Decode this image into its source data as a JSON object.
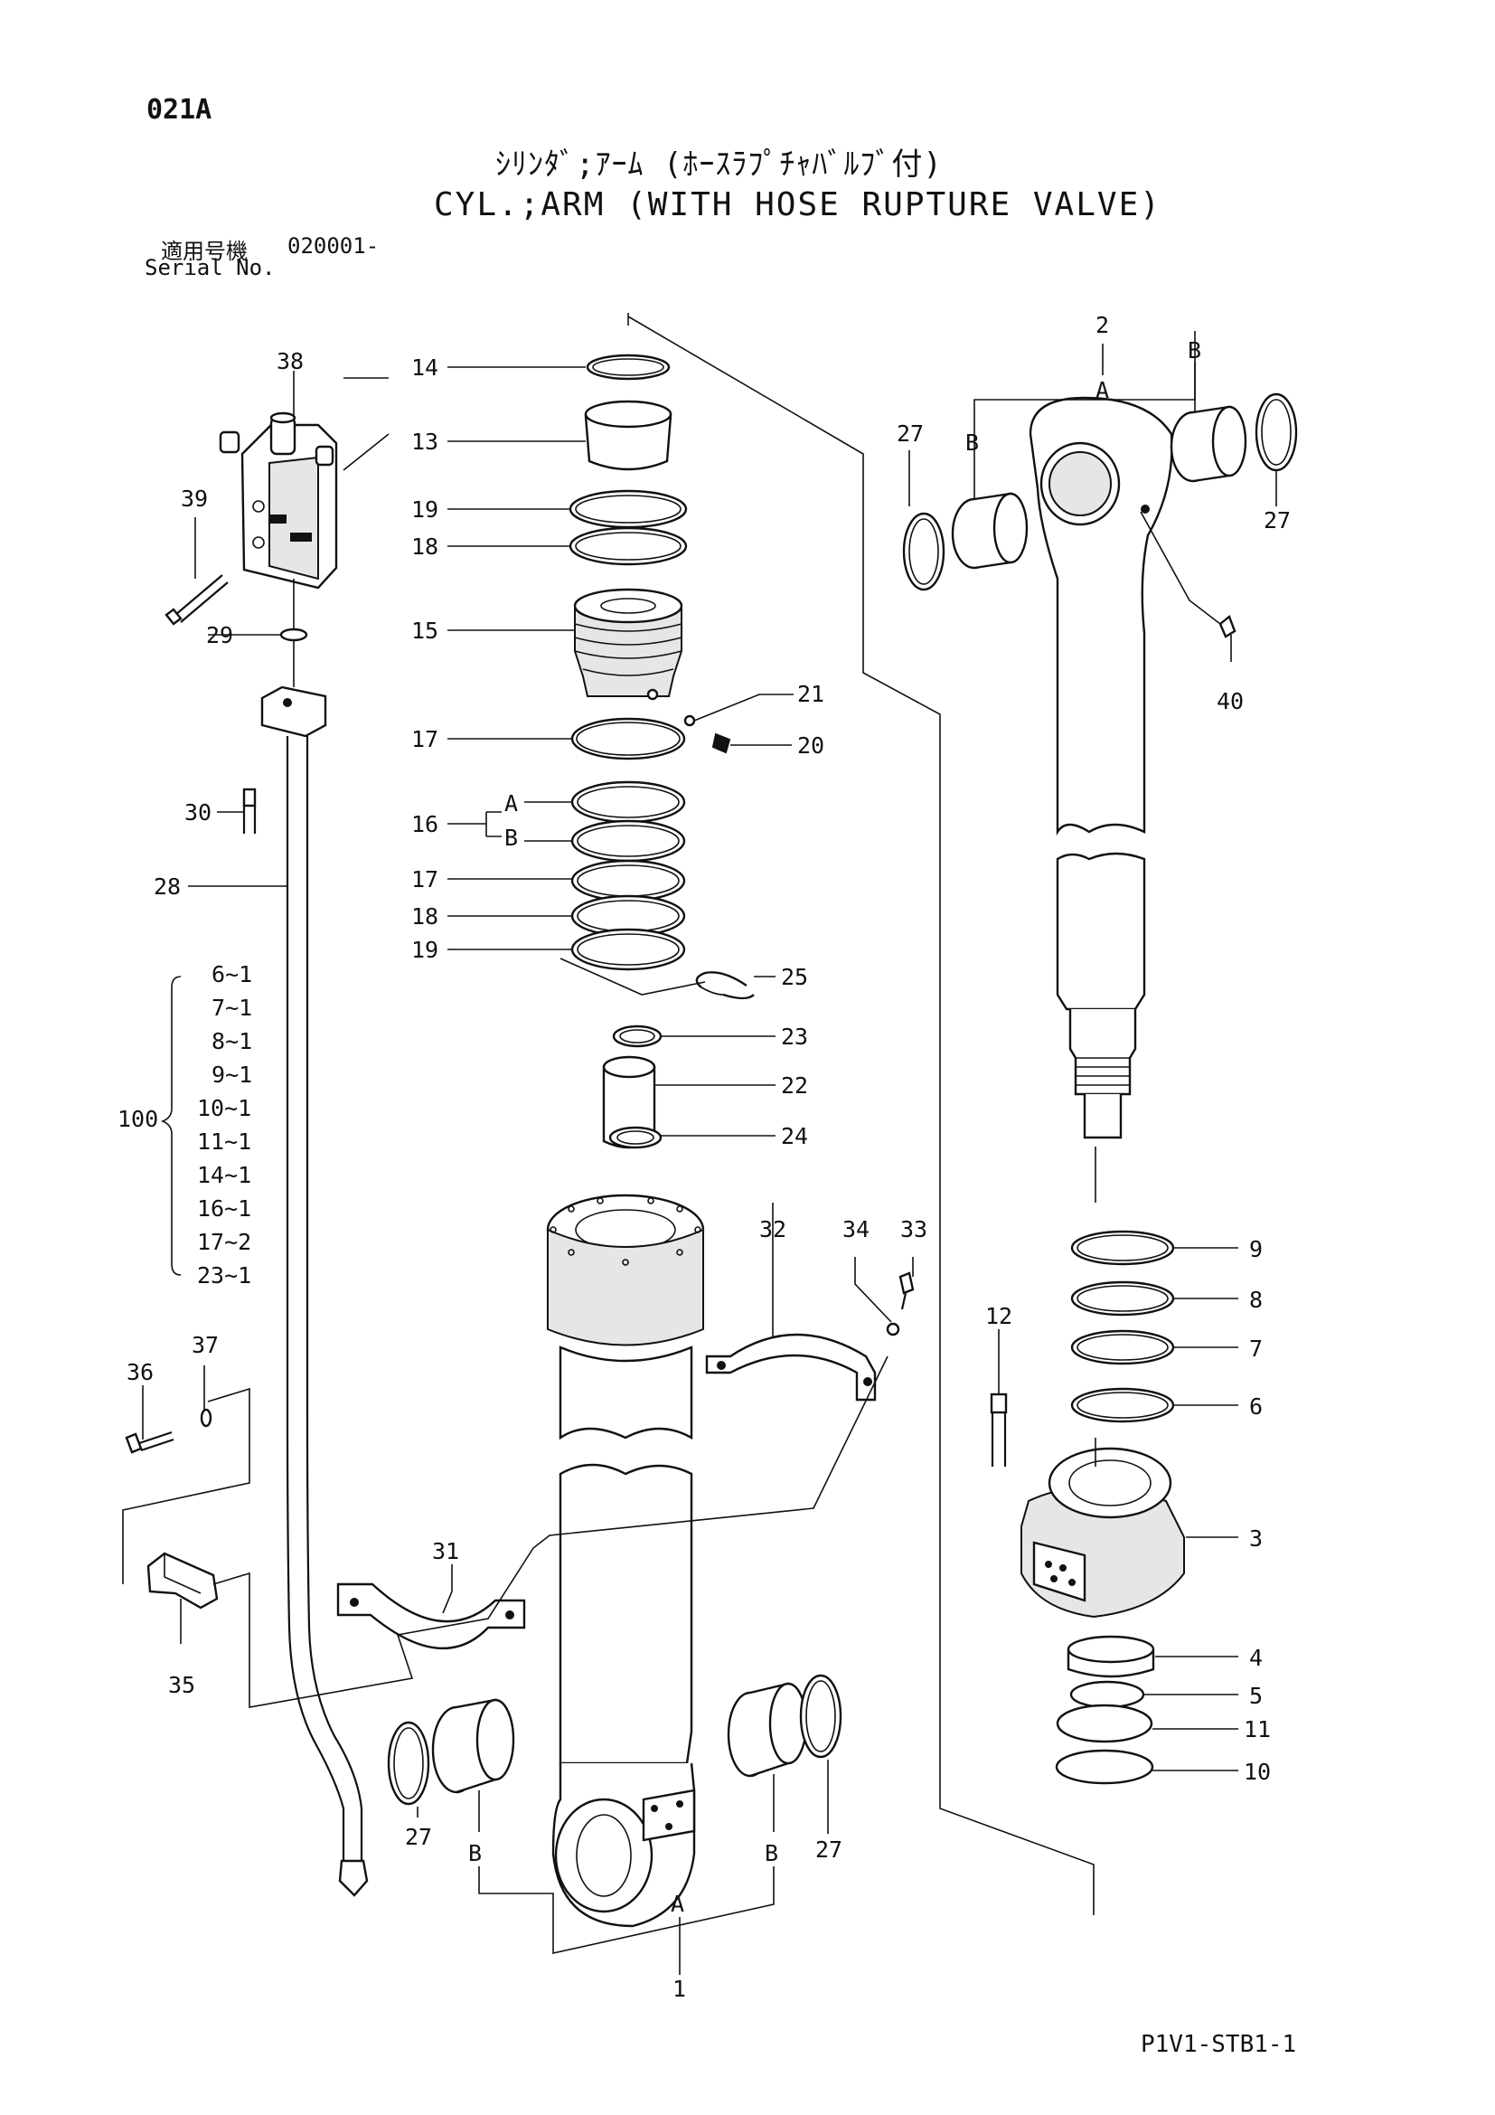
{
  "header": {
    "page_code": "021A",
    "title_jp": "ｼﾘﾝﾀﾞ;ｱｰﾑ (ﾎｰｽﾗﾌﾟﾁｬﾊﾞﾙﾌﾞ付)",
    "title_en": "CYL.;ARM (WITH HOSE RUPTURE VALVE)",
    "serial_label_jp": "適用号機",
    "serial_value": "020001-",
    "serial_label_en": "Serial No."
  },
  "footer": {
    "code": "P1V1-STB1-1"
  },
  "callouts": {
    "c1": "1",
    "c2": "2",
    "c3": "3",
    "c4": "4",
    "c5": "5",
    "c6": "6",
    "c7": "7",
    "c8": "8",
    "c9": "9",
    "c10": "10",
    "c11": "11",
    "c12": "12",
    "c13": "13",
    "c14": "14",
    "c15": "15",
    "c16": "16",
    "c17": "17",
    "c18": "18",
    "c19": "19",
    "c20": "20",
    "c21": "21",
    "c22": "22",
    "c23": "23",
    "c24": "24",
    "c25": "25",
    "c27": "27",
    "c28": "28",
    "c29": "29",
    "c30": "30",
    "c31": "31",
    "c32": "32",
    "c33": "33",
    "c34": "34",
    "c35": "35",
    "c36": "36",
    "c37": "37",
    "c38": "38",
    "c39": "39",
    "c40": "40",
    "c100": "100",
    "letter_a": "A",
    "letter_b": "B"
  },
  "kit_100": [
    {
      "part": "6",
      "qty": "1"
    },
    {
      "part": "7",
      "qty": "1"
    },
    {
      "part": "8",
      "qty": "1"
    },
    {
      "part": "9",
      "qty": "1"
    },
    {
      "part": "10",
      "qty": "1"
    },
    {
      "part": "11",
      "qty": "1"
    },
    {
      "part": "14",
      "qty": "1"
    },
    {
      "part": "16",
      "qty": "1"
    },
    {
      "part": "17",
      "qty": "2"
    },
    {
      "part": "23",
      "qty": "1"
    }
  ],
  "kit_separator": "~"
}
